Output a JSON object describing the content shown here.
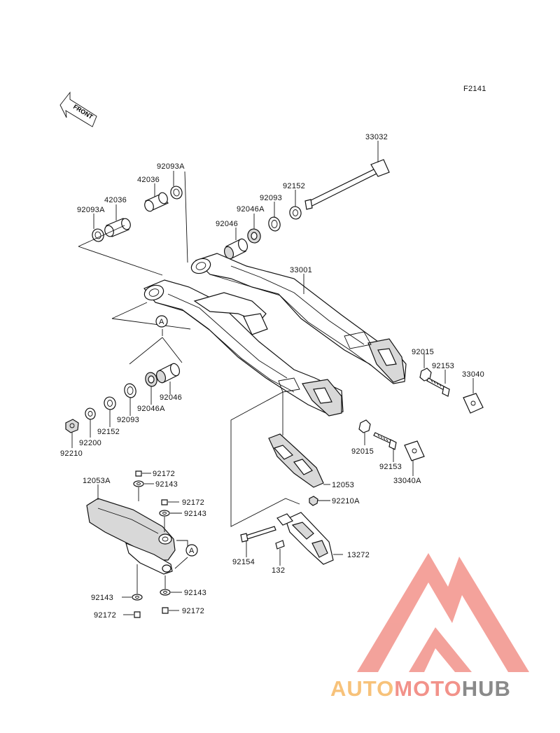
{
  "figure_code": "F2141",
  "front_arrow_text": "FRONT",
  "ref_marker": "A",
  "labels": {
    "p33032": "33032",
    "p92093A_top": "92093A",
    "p42036_top": "42036",
    "p42036_left": "42036",
    "p92093A_left": "92093A",
    "p92152_top": "92152",
    "p92093_top": "92093",
    "p92046A_top": "92046A",
    "p92046_top": "92046",
    "p33001": "33001",
    "p92015_right": "92015",
    "p92153_right": "92153",
    "p33040": "33040",
    "p92046_low": "92046",
    "p92046A_low": "92046A",
    "p92093_low": "92093",
    "p92152_low": "92152",
    "p92200": "92200",
    "p92210": "92210",
    "p92015_mid": "92015",
    "p92153_mid": "92153",
    "p33040A": "33040A",
    "p12053": "12053",
    "p92172_a": "92172",
    "p92143_a": "92143",
    "p12053A": "12053A",
    "p92172_b": "92172",
    "p92143_b": "92143",
    "p92210A": "92210A",
    "p13272": "13272",
    "p92154": "92154",
    "p132": "132",
    "p92143_c": "92143",
    "p92143_d": "92143",
    "p92172_c": "92172",
    "p92172_d": "92172"
  },
  "watermark": {
    "part1": "AUTO",
    "part2": "MOTO",
    "part3": "HUB",
    "color_logo": "#f2928a",
    "color_auto": "#f7c27a",
    "color_moto": "#f2928a",
    "color_hub": "#8a8a8a"
  }
}
